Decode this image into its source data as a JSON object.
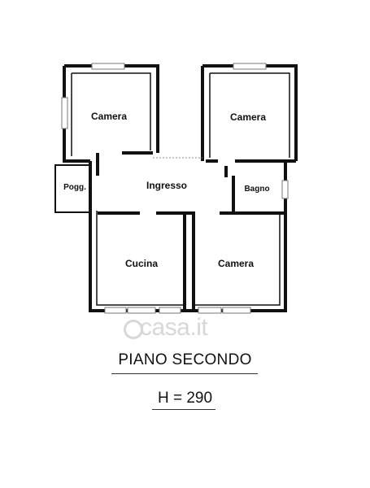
{
  "rooms": {
    "camera_top_left": "Camera",
    "camera_top_right": "Camera",
    "poggiolo": "Pogg.",
    "ingresso": "Ingresso",
    "bagno": "Bagno",
    "cucina": "Cucina",
    "camera_bottom_right": "Camera"
  },
  "title": "PIANO SECONDO",
  "height_label": "H = 290",
  "watermark": "casa.it",
  "colors": {
    "wall": "#111111",
    "window": "#777777",
    "watermark": "#d7d7d7"
  }
}
